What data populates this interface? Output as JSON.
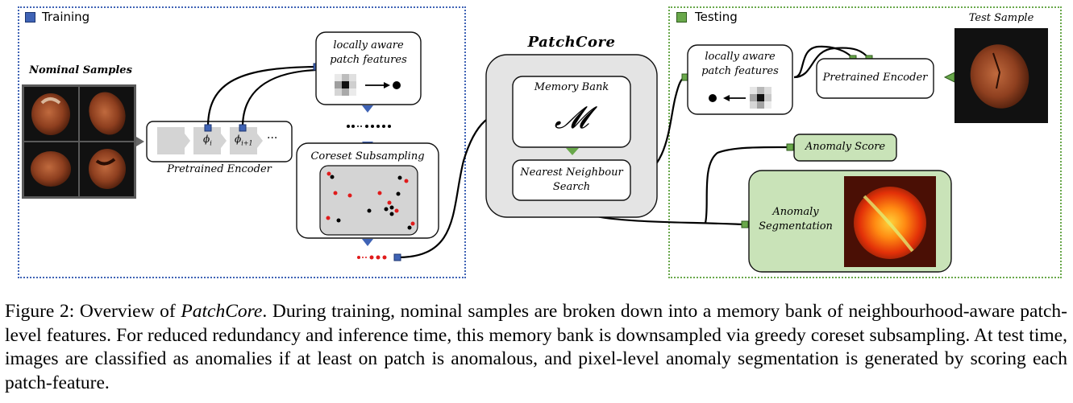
{
  "training": {
    "title": "Training"
  },
  "testing": {
    "title": "Testing"
  },
  "nominal_samples": {
    "label": "Nominal Samples"
  },
  "encoder_train": {
    "label": "Pretrained Encoder",
    "phi_i": "ϕ",
    "phi_i_sub": "i",
    "phi_next": "ϕ",
    "phi_next_sub": "i+1",
    "ellipsis": "···"
  },
  "patch_features_train": {
    "line1": "locally aware",
    "line2": "patch features"
  },
  "coreset": {
    "label": "Coreset Subsampling"
  },
  "patchcore": {
    "title": "PatchCore"
  },
  "memory_bank": {
    "label": "Memory Bank",
    "symbol": "𝓜"
  },
  "nn_search": {
    "line1": "Nearest Neighbour",
    "line2": "Search"
  },
  "patch_features_test": {
    "line1": "locally aware",
    "line2": "patch features"
  },
  "encoder_test": {
    "label": "Pretrained Encoder"
  },
  "test_sample": {
    "label": "Test Sample"
  },
  "anomaly_score": {
    "label": "Anomaly Score"
  },
  "anomaly_segmentation": {
    "line1": "Anomaly",
    "line2": "Segmentation"
  },
  "colors": {
    "blue": "#3f63b5",
    "green": "#69a84b",
    "light_green": "#c9e3b8",
    "gray": "#e4e4e4",
    "red": "#e01b1b"
  },
  "caption": {
    "prefix": "Figure 2: Overview of ",
    "emph": "PatchCore",
    "text": ". During training, nominal samples are broken down into a memory bank of neighbourhood-aware patch-level features. For reduced redundancy and inference time, this memory bank is downsampled via greedy coreset subsampling.  At test time, images are classified as anomalies if at least on patch is anomalous, and pixel-level anomaly segmentation is generated by scoring each patch-feature."
  }
}
